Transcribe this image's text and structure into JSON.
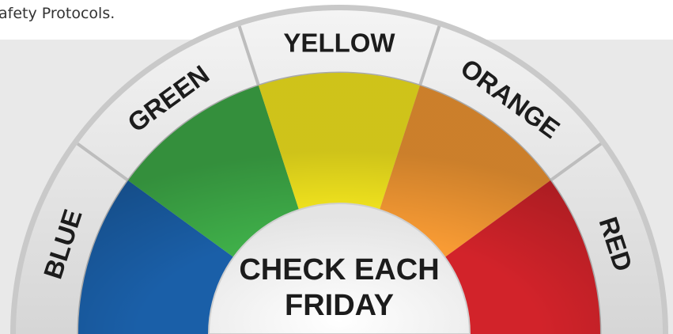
{
  "header": {
    "text": "afety Protocols."
  },
  "gauge": {
    "segments": [
      {
        "label": "BLUE",
        "color": "#1a5fa8"
      },
      {
        "label": "GREEN",
        "color": "#3fae49"
      },
      {
        "label": "YELLOW",
        "color": "#fcee1f"
      },
      {
        "label": "ORANGE",
        "color": "#f89b34"
      },
      {
        "label": "RED",
        "color": "#d2232a"
      }
    ],
    "center_line1": "CHECK EACH",
    "center_line2": "FRIDAY"
  }
}
